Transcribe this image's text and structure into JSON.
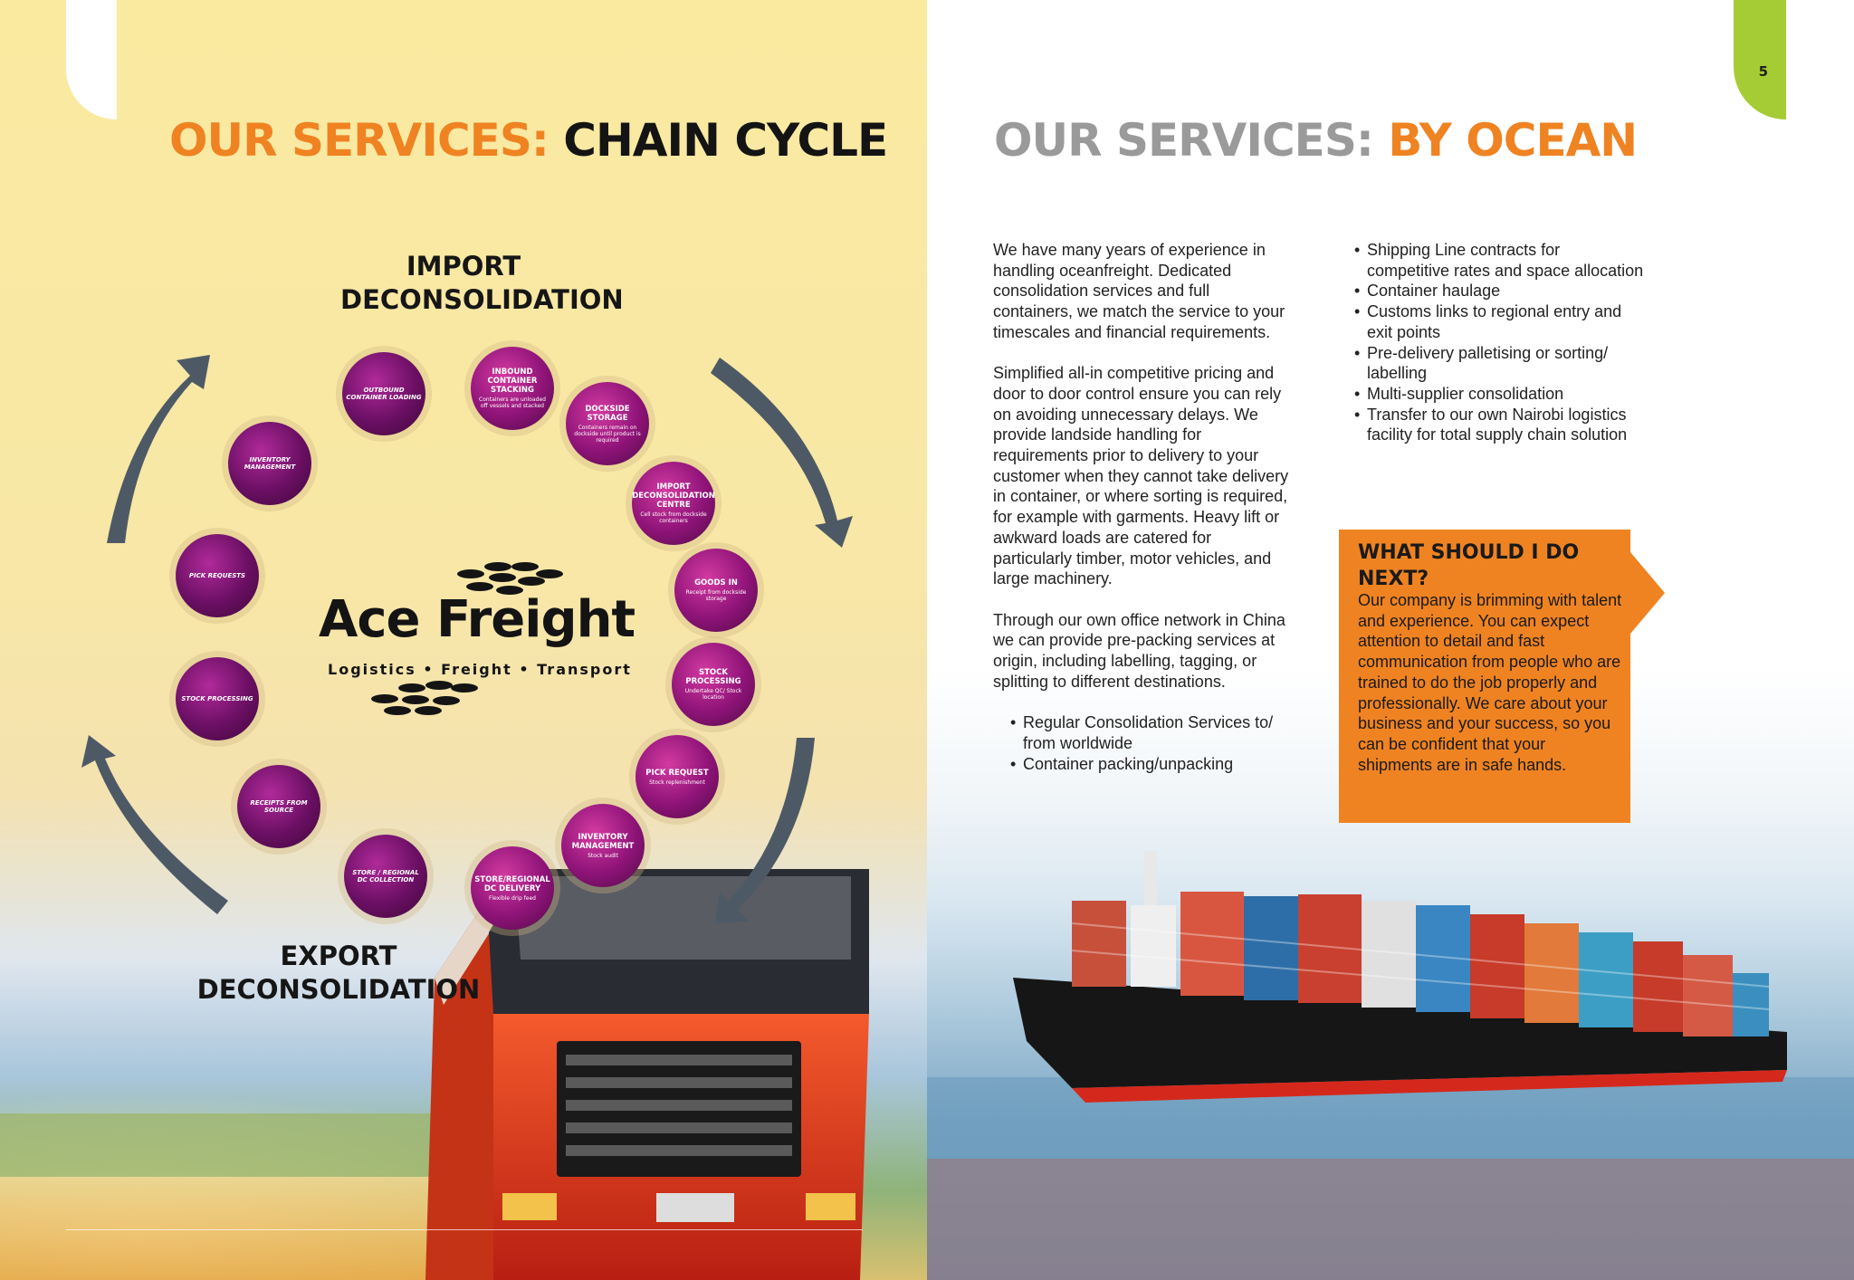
{
  "left": {
    "heading_prefix": "OUR SERVICES:",
    "heading_suffix": "CHAIN CYCLE",
    "import_label_line1": "IMPORT",
    "import_label_line2": "DECONSOLIDATION",
    "export_label_line1": "EXPORT",
    "export_label_line2": "DECONSOLIDATION",
    "logo": {
      "name": "Ace Freight",
      "tagline": "Logistics • Freight • Transport"
    },
    "import_cycle": [
      {
        "title": "INBOUND CONTAINER STACKING",
        "sub": "Containers are unloaded off vessels and stacked"
      },
      {
        "title": "DOCKSIDE STORAGE",
        "sub": "Containers remain on dockside until product is required"
      },
      {
        "title": "IMPORT DECONSOLIDATION CENTRE",
        "sub": "Cell stock from dockside containers"
      },
      {
        "title": "GOODS IN",
        "sub": "Receipt from dockside storage"
      },
      {
        "title": "STOCK PROCESSING",
        "sub": "Undertake QC/ Stock location"
      },
      {
        "title": "PICK REQUEST",
        "sub": "Stock replenishment"
      },
      {
        "title": "INVENTORY MANAGEMENT",
        "sub": "Stock audit"
      },
      {
        "title": "STORE/REGIONAL DC DELIVERY",
        "sub": "Flexible drip feed"
      }
    ],
    "export_cycle": [
      {
        "title": "STORE / REGIONAL DC COLLECTION"
      },
      {
        "title": "RECEIPTS FROM SOURCE"
      },
      {
        "title": "STOCK PROCESSING"
      },
      {
        "title": "PICK REQUESTS"
      },
      {
        "title": "INVENTORY MANAGEMENT"
      },
      {
        "title": "OUTBOUND CONTAINER LOADING"
      }
    ]
  },
  "right": {
    "page_number": "5",
    "heading_prefix": "OUR SERVICES:",
    "heading_suffix": "BY OCEAN",
    "paragraphs": [
      "We have many years of experience in handling oceanfreight. Dedicated consolidation services and full containers, we match the service to your timescales and financial requirements.",
      "Simplified all-in competitive pricing and door to door control ensure you can rely on avoiding unnecessary delays. We provide landside handling for requirements prior to delivery to your customer when they cannot take delivery in container, or where sorting is required, for example with garments. Heavy lift or awkward loads are catered for particularly timber, motor vehicles, and large machinery.",
      "Through our own office network in China we can provide pre-packing services at origin, including labelling, tagging, or splitting to different destinations."
    ],
    "left_bullets": [
      "Regular Consolidation Services to/ from worldwide",
      "Container packing/unpacking"
    ],
    "right_bullets": [
      "Shipping Line contracts for competitive rates and space allocation",
      "Container haulage",
      "Customs links to regional entry and exit points",
      "Pre-delivery palletising or sorting/ labelling",
      "Multi-supplier consolidation",
      "Transfer to our own Nairobi logistics facility for total supply chain solution"
    ],
    "cta": {
      "title": "WHAT SHOULD I DO NEXT?",
      "text": "Our company is brimming with talent and experience.  You can expect attention to detail and fast communication from people who are trained to do the job properly and professionally. We care about your business and your success, so you can be confident that your shipments are in safe hands."
    }
  },
  "colors": {
    "accent_orange": "#ef8322",
    "heading_grey": "#9a9a9a",
    "tab_green": "#a6cc35",
    "node_magenta": "#8e1378"
  }
}
